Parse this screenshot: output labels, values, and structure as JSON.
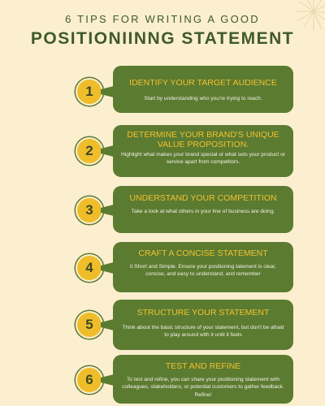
{
  "header": {
    "subtitle": "6 TIPS FOR WRITING A GOOD",
    "title": "POSITIONIINNG STATEMENT"
  },
  "colors": {
    "background": "#fbefcf",
    "card": "#5b7b31",
    "accent": "#efbd2a",
    "heading": "#3f5a2a"
  },
  "steps": [
    {
      "number": "1",
      "title": "IDENTIFY YOUR TARGET AUDIENCE",
      "description": "Start by understanding who you're trying to reach."
    },
    {
      "number": "2",
      "title": "DETERMINE YOUR BRAND'S UNIQUE VALUE PROPOSITION.",
      "description": "Highlight what makes your brand special or what sets your product or service apart from competitors."
    },
    {
      "number": "3",
      "title": "UNDERSTAND YOUR COMPETITION",
      "description": "Take a look at what others in your line of business are doing."
    },
    {
      "number": "4",
      "title": "CRAFT A CONCISE STATEMENT",
      "description": "it Short and Simple. Ensure your positioning tatement is clear, concise, and easy to understand, and remember"
    },
    {
      "number": "5",
      "title": "STRUCTURE YOUR STATEMENT",
      "description": "Think about the basic structure of your statement, but don't be afraid to play around with it until it feels"
    },
    {
      "number": "6",
      "title": "TEST AND REFINE",
      "description": "To test and refine, you can share your positioning statement with colleagues, stakeholders, or potential customers to gather feedback. Refine!"
    }
  ]
}
